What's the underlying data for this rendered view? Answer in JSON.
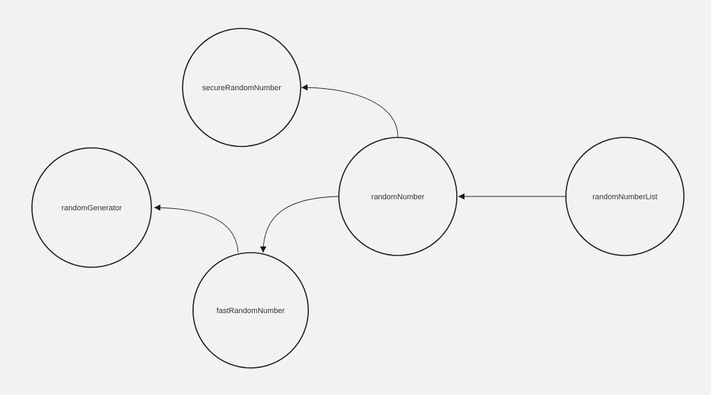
{
  "diagram": {
    "background": "#f2f2f2",
    "stroke_color": "#1a1a1a",
    "nodes": [
      {
        "id": "secureRandomNumber",
        "label": "secureRandomNumber"
      },
      {
        "id": "randomGenerator",
        "label": "randomGenerator"
      },
      {
        "id": "randomNumber",
        "label": "randomNumber"
      },
      {
        "id": "randomNumberList",
        "label": "randomNumberList"
      },
      {
        "id": "fastRandomNumber",
        "label": "fastRandomNumber"
      }
    ],
    "edges": [
      {
        "from": "randomNumberList",
        "to": "randomNumber"
      },
      {
        "from": "randomNumber",
        "to": "secureRandomNumber"
      },
      {
        "from": "randomNumber",
        "to": "fastRandomNumber"
      },
      {
        "from": "fastRandomNumber",
        "to": "randomGenerator"
      }
    ]
  }
}
